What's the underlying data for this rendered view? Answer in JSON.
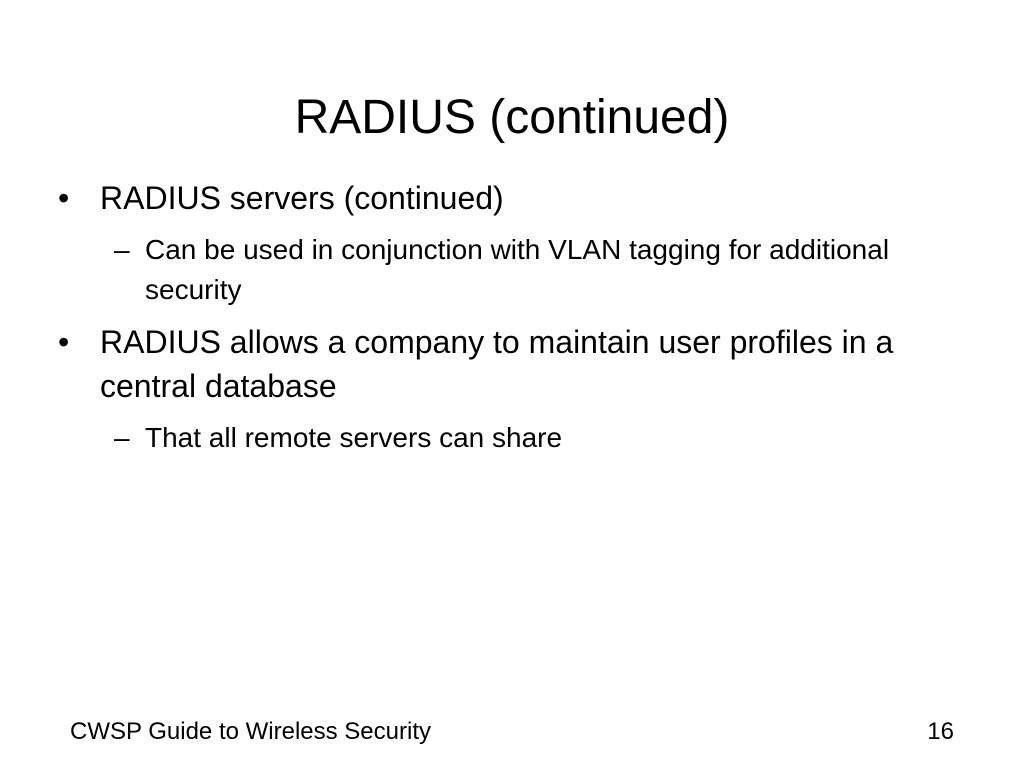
{
  "slide": {
    "title": "RADIUS (continued)",
    "bullet_symbol": "•",
    "sub_bullet_symbol": "–",
    "items": [
      {
        "text": "RADIUS servers (continued)",
        "sub": [
          "Can be used in conjunction with VLAN tagging for additional security"
        ]
      },
      {
        "text": "RADIUS allows a company to maintain user profiles in a central database",
        "sub": [
          "That all remote servers can share"
        ]
      }
    ],
    "footer": {
      "course": "CWSP Guide to Wireless Security",
      "page_number": "16"
    }
  }
}
